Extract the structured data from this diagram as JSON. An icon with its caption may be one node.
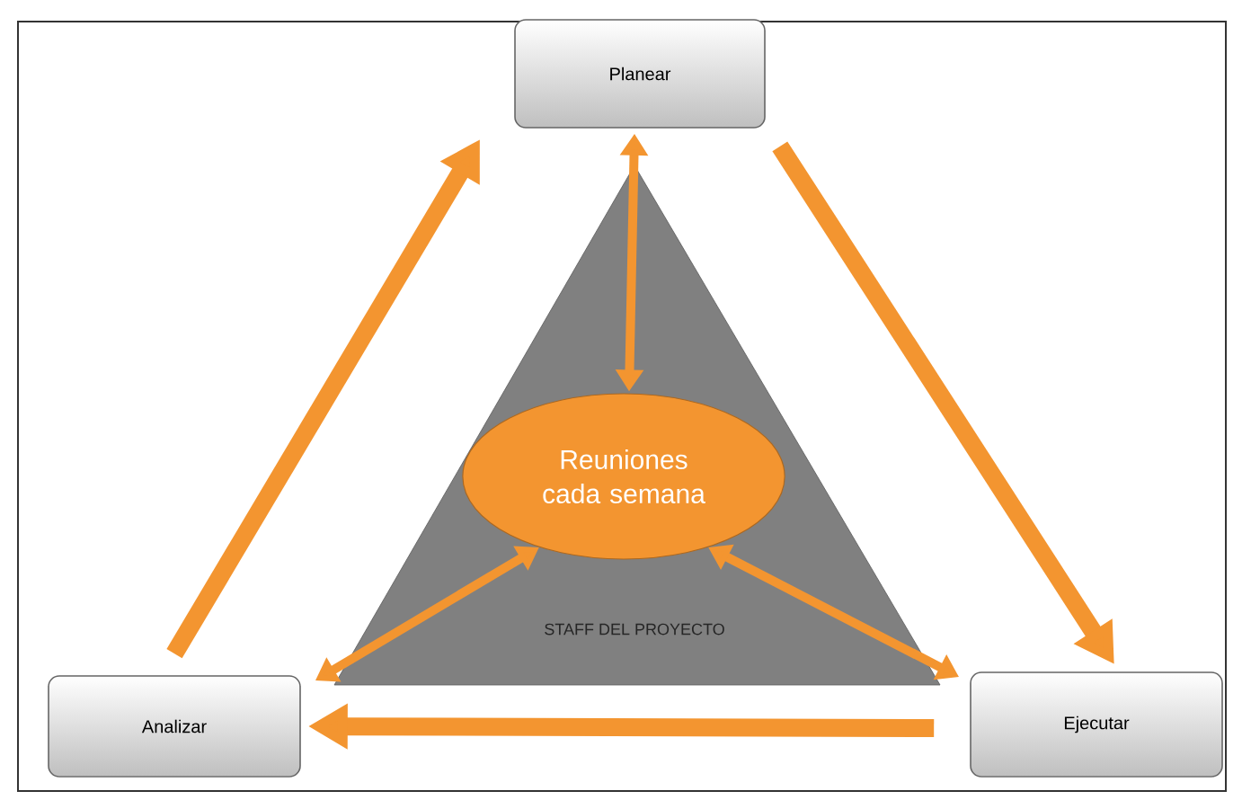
{
  "diagram": {
    "nodes": [
      {
        "text": [
          "Planear"
        ]
      },
      {
        "text": [
          "STAFF DEL PROYECTO"
        ]
      },
      {
        "text": [
          "Reuniones cada semana"
        ],
        "in": 1
      },
      {
        "text": [
          "Analizar"
        ]
      },
      {
        "text": [
          "Ejecutar"
        ]
      }
    ],
    "edges": [
      {
        "from": 0,
        "to": 4,
        "arrow": "to",
        "style": "thick"
      },
      {
        "from": 4,
        "to": 3,
        "arrow": "to",
        "style": "thick"
      },
      {
        "from": 3,
        "to": 0,
        "arrow": "to",
        "style": "thick"
      },
      {
        "from": 0,
        "to": 2,
        "arrow": "both"
      },
      {
        "from": 3,
        "to": 2,
        "arrow": "both"
      },
      {
        "from": 4,
        "to": 2,
        "arrow": "both"
      }
    ]
  }
}
